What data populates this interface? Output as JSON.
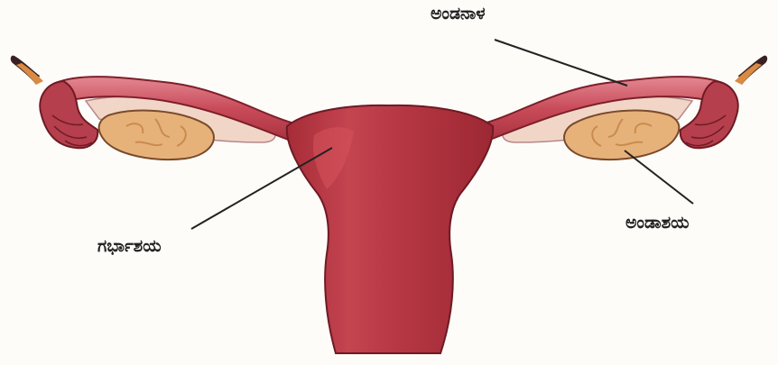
{
  "labels": {
    "oviduct": "ಅಂಡನಾಳ",
    "uterus": "ಗರ್ಭಾಶಯ",
    "ovary": "ಅಂಡಾಶಯ"
  },
  "colors": {
    "background": "#fdfcf9",
    "uterus_body": "#b3343f",
    "uterus_highlight": "#d3515a",
    "tube": "#c9505d",
    "tube_highlight": "#e07d88",
    "fimbriae": "#b53f4c",
    "ovary": "#e7b27a",
    "ovary_texture": "#c98b4d",
    "ligament": "#f1d6c7",
    "fimbria_tip_orange": "#d98a43",
    "fimbria_tip_dark": "#3a2020",
    "leader_line": "#222222"
  }
}
